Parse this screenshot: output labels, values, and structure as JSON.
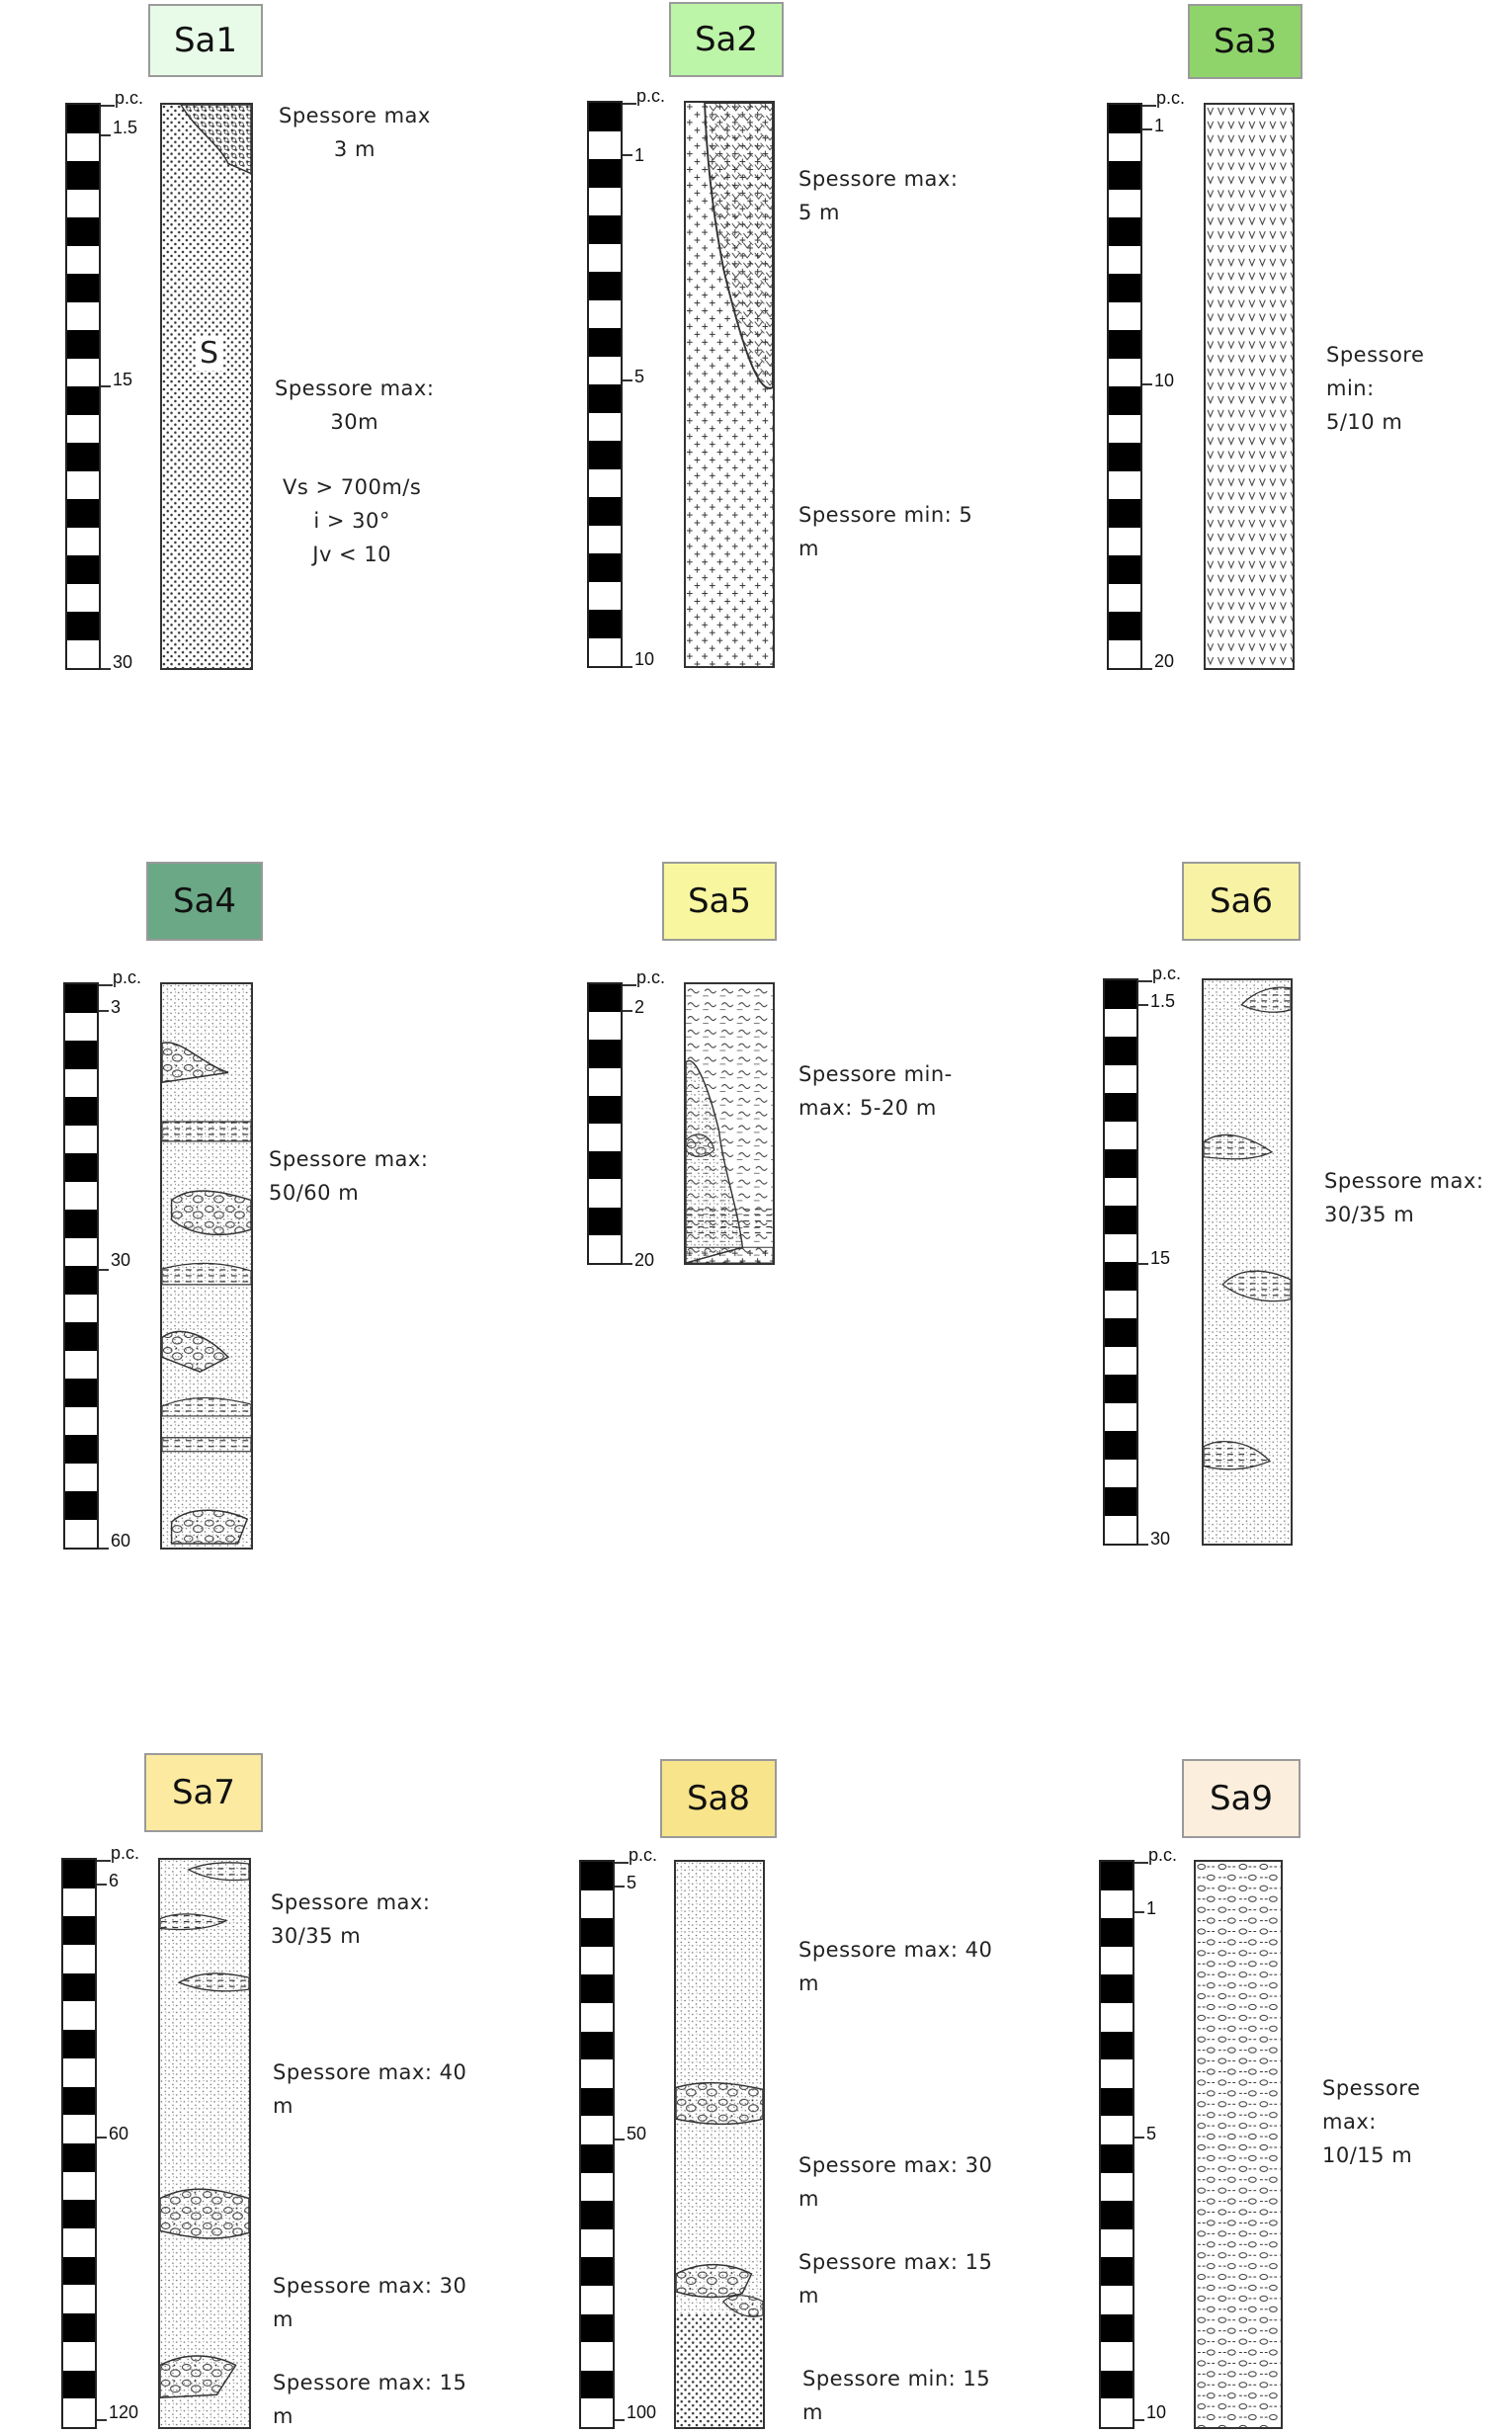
{
  "panels": [
    {
      "title": "Sa1",
      "color": "#e8fbe8",
      "surface": "p.c.",
      "ticks": [
        "1.5",
        "15",
        "30"
      ],
      "notes": [
        "Spessore max\n3 m",
        "Spessore max:\n30m",
        "Vs > 700m/s\ni > 30°\nJv < 10"
      ],
      "inner": "S"
    },
    {
      "title": "Sa2",
      "color": "#bdf5a8",
      "surface": "p.c.",
      "ticks": [
        "1",
        "5",
        "10"
      ],
      "notes": [
        "Spessore max:\n5 m",
        "Spessore min: 5\nm"
      ]
    },
    {
      "title": "Sa3",
      "color": "#8fd46a",
      "surface": "p.c.",
      "ticks": [
        "1",
        "10",
        "20"
      ],
      "notes": [
        "Spessore\nmin:\n5/10 m"
      ]
    },
    {
      "title": "Sa4",
      "color": "#6aa886",
      "surface": "p.c.",
      "ticks": [
        "3",
        "30",
        "60"
      ],
      "notes": [
        "Spessore max:\n50/60 m"
      ]
    },
    {
      "title": "Sa5",
      "color": "#f8f7a0",
      "surface": "p.c.",
      "ticks": [
        "2",
        "20"
      ],
      "notes": [
        "Spessore min-\nmax: 5-20 m"
      ]
    },
    {
      "title": "Sa6",
      "color": "#f8f3a4",
      "surface": "p.c.",
      "ticks": [
        "1.5",
        "15",
        "30"
      ],
      "notes": [
        "Spessore max:\n30/35 m"
      ]
    },
    {
      "title": "Sa7",
      "color": "#fbeaa0",
      "surface": "p.c.",
      "ticks": [
        "6",
        "60",
        "120"
      ],
      "notes": [
        "Spessore max:\n30/35 m",
        "Spessore max: 40\nm",
        "Spessore max: 30\nm",
        "Spessore max: 15\nm"
      ]
    },
    {
      "title": "Sa8",
      "color": "#f8e48a",
      "surface": "p.c.",
      "ticks": [
        "5",
        "50",
        "100"
      ],
      "notes": [
        "Spessore max: 40\nm",
        "Spessore max: 30\nm",
        "Spessore max: 15\nm",
        "Spessore min: 15\nm"
      ]
    },
    {
      "title": "Sa9",
      "color": "#fbeedd",
      "surface": "p.c.",
      "ticks": [
        "1",
        "5",
        "10"
      ],
      "notes": [
        "Spessore\nmax:\n10/15 m"
      ]
    }
  ]
}
